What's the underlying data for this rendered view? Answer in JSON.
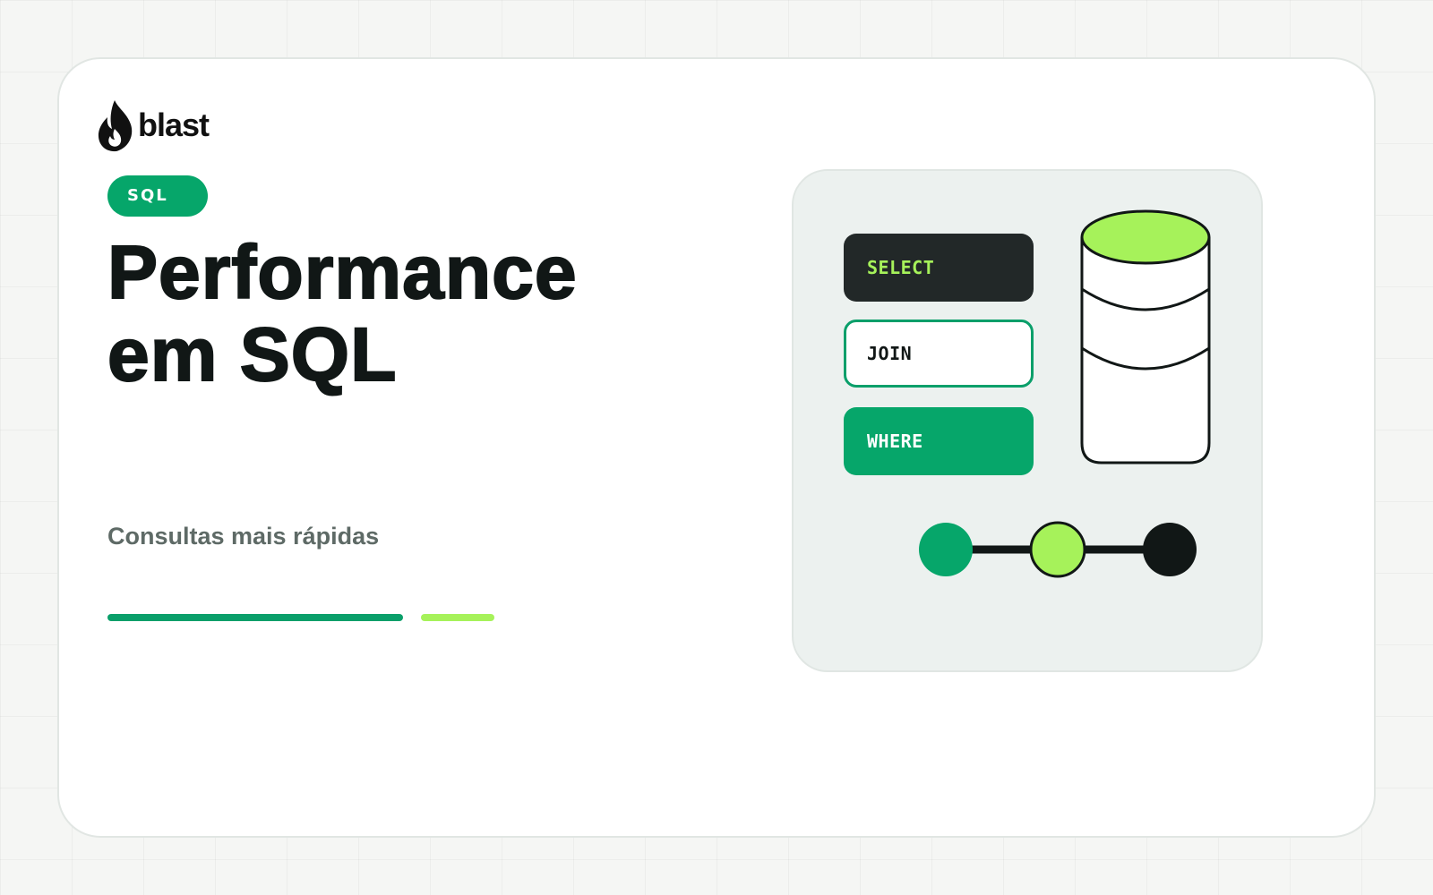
{
  "logo": {
    "name": "blast"
  },
  "tag": {
    "label": "SQL"
  },
  "headline": {
    "line1": "Performance",
    "line2": "em SQL"
  },
  "subtitle": "Consultas mais rápidas",
  "keywords": {
    "select": "SELECT",
    "join": "JOIN",
    "where": "WHERE"
  },
  "icons": {
    "logo": "flame-icon",
    "database": "database-icon",
    "nodes": "connected-nodes-icon"
  },
  "colors": {
    "brand_green": "#06a66a",
    "lime": "#a6f25a",
    "dark": "#111716",
    "muted_text": "#5e6a66",
    "panel_bg": "#ecf1ef"
  }
}
